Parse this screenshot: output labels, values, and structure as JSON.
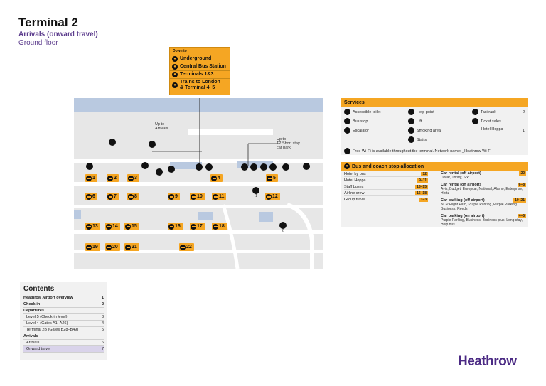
{
  "header": {
    "title": "Terminal 2",
    "subtitle": "Arrivals (onward travel)",
    "floor": "Ground floor"
  },
  "directions": {
    "heading": "Down to",
    "items": [
      {
        "icon": "underground-icon",
        "label": "Underground"
      },
      {
        "icon": "bus-icon",
        "label": "Central Bus Station"
      },
      {
        "icon": "bus-icon",
        "label": "Terminals 1&3"
      },
      {
        "icon": "train-icon",
        "label": "Trains to London"
      },
      {
        "icon": "",
        "label": "& Terminal 4, 5"
      }
    ]
  },
  "map_labels": {
    "up_arrivals_1": "Up to",
    "up_arrivals_2": "Arrivals",
    "up_short_stay_1": "Up to",
    "up_short_stay_2": "T2 Short stay",
    "up_short_stay_3": "car park",
    "point_1": "1",
    "point_2": "2"
  },
  "stops": [
    "1",
    "2",
    "3",
    "4",
    "5",
    "6",
    "7",
    "8",
    "9",
    "10",
    "11",
    "12",
    "13",
    "14",
    "15",
    "16",
    "17",
    "18",
    "19",
    "20",
    "21",
    "22"
  ],
  "services": {
    "title": "Services",
    "items": [
      {
        "icon": "accessible-toilet-icon",
        "label": "Accessible toilet"
      },
      {
        "icon": "help-point-icon",
        "label": "Help point"
      },
      {
        "icon": "taxi-rank-icon",
        "label": "Taxi rank",
        "count": "2"
      },
      {
        "icon": "bus-stop-icon",
        "label": "Bus stop"
      },
      {
        "icon": "lift-icon",
        "label": "Lift"
      },
      {
        "icon": "ticket-sales-icon",
        "label": "Ticket sales"
      },
      {
        "icon": "escalator-icon",
        "label": "Escalator"
      },
      {
        "icon": "smoking-area-icon",
        "label": "Smoking area"
      },
      {
        "icon": "",
        "label": "Hotel Hoppa",
        "count": "1"
      },
      {
        "icon": "stairs-icon",
        "label": "Stairs"
      }
    ],
    "wifi": "Free Wi-Fi is available throughout the terminal. Network name: _Heathrow Wi-Fi"
  },
  "allocation": {
    "title": "Bus and coach stop allocation",
    "left": [
      {
        "label": "Hotel by bus",
        "stops": "12"
      },
      {
        "label": "Hotel Hoppa",
        "stops": "9–11"
      },
      {
        "label": "Staff buses",
        "stops": "13–15"
      },
      {
        "label": "Airline crew",
        "stops": "16–18"
      },
      {
        "label": "Group travel",
        "stops": "1–3"
      }
    ],
    "right": [
      {
        "label": "Car rental (off airport)",
        "stops": "22",
        "detail": "Dollar, Thrifty, Sixt"
      },
      {
        "label": "Car rental (on airport)",
        "stops": "6–8",
        "detail": "Avis, Budget, Europcar, National, Alamo, Enterprise, Hertz"
      },
      {
        "label": "Car parking (off airport)",
        "stops": "19–21",
        "detail": "NCP Flight Path, Purple Parking, Purple Parking Business, Reeds"
      },
      {
        "label": "Car parking (on airport)",
        "stops": "4–5",
        "detail": "Purple Parking, Business, Business plus, Long stay, Help bus"
      }
    ]
  },
  "contents": {
    "title": "Contents",
    "rows": [
      {
        "label": "Heathrow Airport overview",
        "page": "1",
        "style": "b"
      },
      {
        "label": "Check-in",
        "page": "2",
        "style": "b"
      },
      {
        "label": "Departures",
        "page": "",
        "style": "b"
      },
      {
        "label": "Level 5 (Check-in level)",
        "page": "3",
        "style": "ind"
      },
      {
        "label": "Level 4 (Gates A1–A26)",
        "page": "4",
        "style": "ind"
      },
      {
        "label": "Terminal 2B (Gates B28–B49)",
        "page": "5",
        "style": "ind"
      },
      {
        "label": "Arrivals",
        "page": "",
        "style": "b"
      },
      {
        "label": "Arrivals",
        "page": "6",
        "style": "ind"
      },
      {
        "label": "Onward travel",
        "page": "7",
        "style": "ind active"
      }
    ]
  },
  "brand": {
    "logo": "Heathrow",
    "accent": "#f5a623",
    "purple": "#4b2a84"
  }
}
